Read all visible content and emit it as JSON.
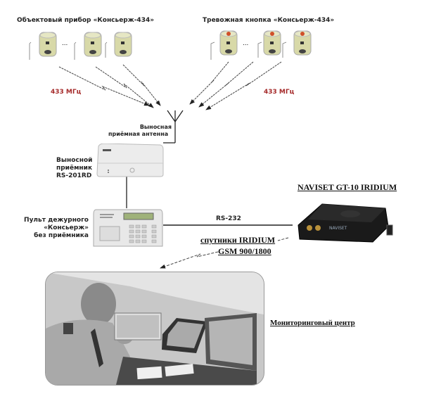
{
  "diagram": {
    "title_left": "Объектовый прибор «Консьерж-434»",
    "title_right": "Тревожная кнопка «Консьерж-434»",
    "freq_left": "433 МГц",
    "freq_right": "433 МГц",
    "antenna_label_1": "Выносная",
    "antenna_label_2": "приёмная антенна",
    "receiver_label_1": "Выносной",
    "receiver_label_2": "приёмник",
    "receiver_label_3": "RS-201RD",
    "console_label_1": "Пульт дежурного",
    "console_label_2": "«Консьерж»",
    "console_label_3": "без приёмника",
    "link_label": "RS-232",
    "tracker_label": "NAVISET GT-10 IRIDIUM",
    "tracker_brand": "NAVISET",
    "channel_label_1": "спутники IRIDIUM",
    "channel_label_2": "GSM 900/1800",
    "center_label": "Мониторинговый центр",
    "ellipsis": "...",
    "colors": {
      "sensor_body": "#d8d9a8",
      "alarm_button": "#d0502a",
      "lcd": "#9fb27a",
      "tracker_body": "#1a1a1a",
      "freq_text": "#a52a2a"
    }
  }
}
